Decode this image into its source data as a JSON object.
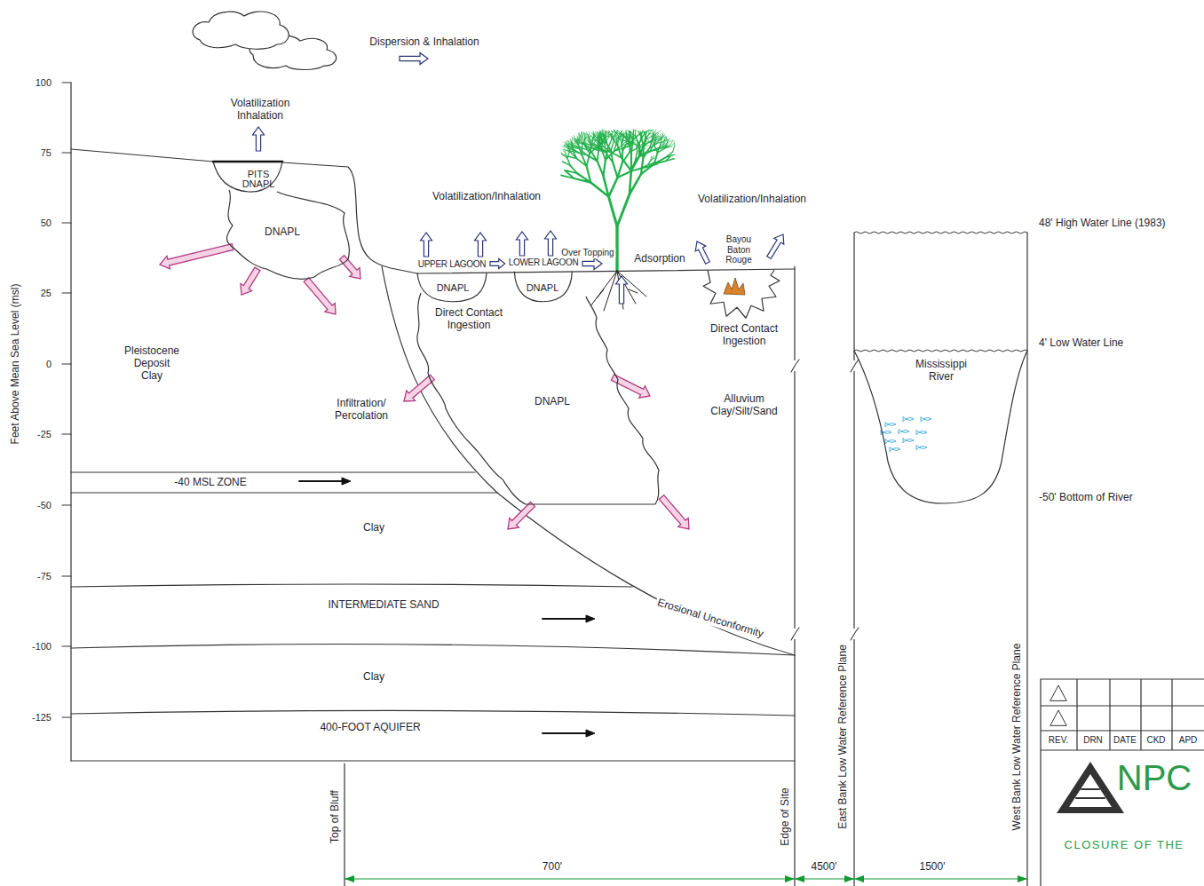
{
  "diagram": {
    "nodes": [
      {
        "text": [
          "PITS",
          "DNAPL"
        ]
      },
      {
        "text": [
          "DNAPL"
        ]
      },
      {
        "text": [
          "UPPER LAGOON",
          "DNAPL"
        ]
      },
      {
        "text": [
          "LOWER LAGOON",
          "DNAPL"
        ]
      },
      {
        "text": [
          "Bayou Baton Rouge"
        ]
      },
      {
        "text": [
          "DNAPL"
        ]
      },
      {
        "text": [
          "Mississippi River"
        ]
      },
      {
        "text": [
          "-40 MSL ZONE"
        ]
      },
      {
        "text": [
          "Clay"
        ]
      },
      {
        "text": [
          "INTERMEDIATE SAND"
        ]
      },
      {
        "text": [
          "Clay"
        ]
      },
      {
        "text": [
          "400-FOOT AQUIFER"
        ]
      },
      {
        "text": [
          "NPC",
          "CLOSURE OF THE"
        ]
      }
    ],
    "edges": [
      {
        "from": 2,
        "to": 3,
        "arrow": "to"
      }
    ],
    "labels": [
      "Dispersion & Inhalation",
      "Volatilization Inhalation",
      "Volatilization/Inhalation",
      "Volatilization/Inhalation",
      "Over Topping",
      "Adsorption",
      "Direct Contact Ingestion",
      "Direct Contact Ingestion",
      "Pleistocene Deposit Clay",
      "Infiltration/ Percolation",
      "Alluvium Clay/Silt/Sand",
      "Erosional Unconformity",
      "48' High Water Line (1983)",
      "4' Low Water Line",
      "-50' Bottom of River",
      "100",
      "75",
      "50",
      "25",
      "0",
      "-25",
      "-50",
      "-75",
      "-100",
      "-125",
      "Feet Above Mean Sea Level (msl)",
      "Top of Bluff",
      "Edge of Site",
      "East Bank Low Water Reference Plane",
      "West Bank Low Water Reference Plane",
      "700'",
      "4500'",
      "1500'",
      "REV.",
      "DRN",
      "DATE",
      "CKD",
      "APD"
    ]
  }
}
